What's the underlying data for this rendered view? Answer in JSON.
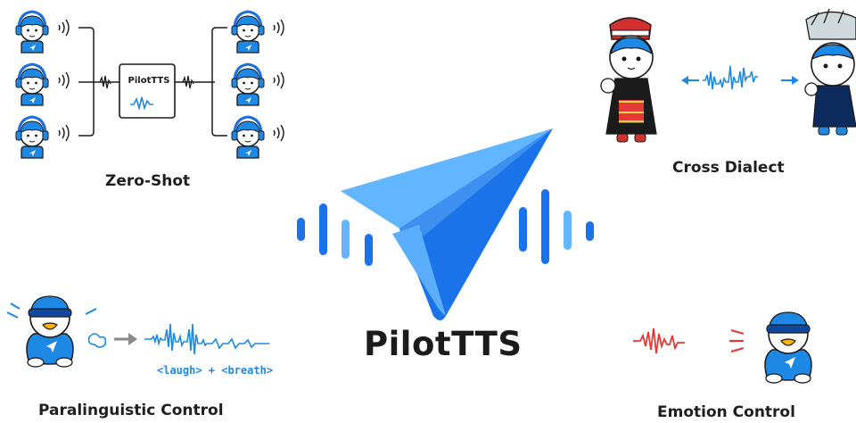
{
  "brand": {
    "name": "PilotTTS",
    "color": "#1a73e8",
    "accent_light": "#5fb4ff"
  },
  "model_box": {
    "title": "PilotTTS"
  },
  "features": {
    "zero_shot": "Zero-Shot",
    "cross_dialect": "Cross Dialect",
    "paralinguistic": "Paralinguistic Control",
    "emotion": "Emotion Control"
  },
  "paralinguistic_tags": "<laugh> + <breath>",
  "colors": {
    "blue": "#1e88e5",
    "red": "#e53935",
    "dark": "#1f1f1f",
    "gray": "#8a8a8a"
  },
  "icons": [
    "paper-plane-logo",
    "sound-wave-icon",
    "speaker-avatar-icon",
    "waveform-icon",
    "arrow-icon"
  ]
}
